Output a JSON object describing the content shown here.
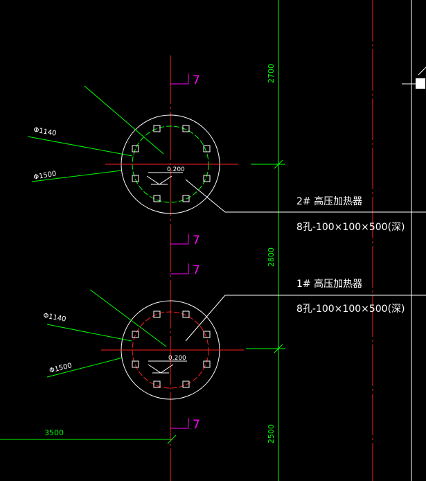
{
  "colors": {
    "background": "#000000",
    "axis": "#ff1f1f",
    "dimension": "#00ff00",
    "section": "#ff00ff",
    "outline": "#ffffff",
    "label": "#ffffff",
    "hole_ring": "#00ff00"
  },
  "section_marks": [
    "7",
    "7",
    "7",
    "7"
  ],
  "dimensions": {
    "d1": "2700",
    "d2": "2800",
    "d3": "2500",
    "d4": "3500"
  },
  "foundations": [
    {
      "diameter_outer": "Φ1500",
      "diameter_inner": "Φ1140",
      "elevation": "0.200",
      "name": "2# 高压加热器",
      "holes": "8孔-100×100×500(深)"
    },
    {
      "diameter_outer": "Φ1500",
      "diameter_inner": "Φ1140",
      "elevation": "0.200",
      "name": "1# 高压加热器",
      "holes": "8孔-100×100×500(深)"
    }
  ]
}
